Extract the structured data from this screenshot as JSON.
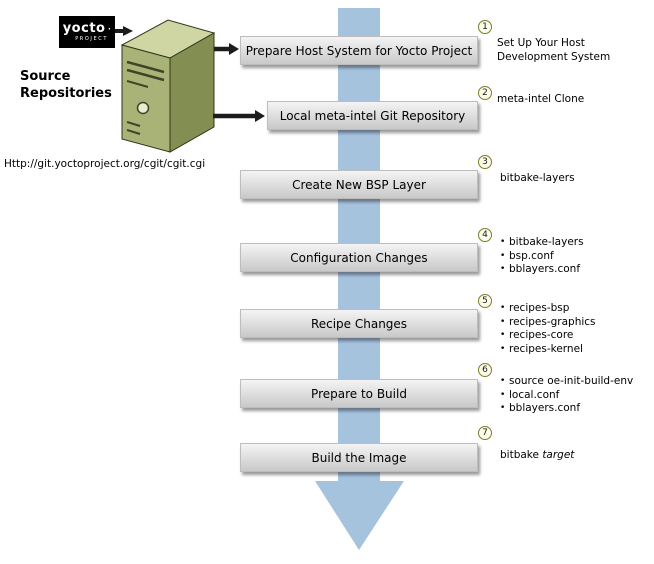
{
  "colors": {
    "arrow": "#a6c3de",
    "box_top": "#f4f4f4",
    "box_bottom": "#c9c9c9",
    "pc_top": "#cfd6a4",
    "pc_front": "#a9b377",
    "pc_side": "#838e52",
    "pc_detail": "#3e4526",
    "pc_outline": "#2f3418",
    "badge_border": "#7c7c2e",
    "badge_bg": "#fcfce9",
    "connector": "#1c1c1c",
    "logo_bg": "#000000",
    "logo_text": "#ffffff"
  },
  "logo": {
    "brand": "yocto",
    "dot": "·",
    "sub": "PROJECT"
  },
  "source_repositories": {
    "line1": "Source",
    "line2": "Repositories",
    "url": "Http://git.yoctoproject.org/cgit/cgit.cgi"
  },
  "steps": [
    {
      "num": "1",
      "label": "Prepare Host System for Yocto Project",
      "notes": [
        "Set Up Your Host",
        "Development System"
      ]
    },
    {
      "num": "2",
      "label": "Local meta-intel Git Repository",
      "notes": [
        "meta-intel Clone"
      ]
    },
    {
      "num": "3",
      "label": "Create New BSP Layer",
      "notes": [
        "bitbake-layers"
      ]
    },
    {
      "num": "4",
      "label": "Configuration Changes",
      "notes": [
        "bitbake-layers",
        "bsp.conf",
        "bblayers.conf"
      ]
    },
    {
      "num": "5",
      "label": "Recipe Changes",
      "notes": [
        "recipes-bsp",
        "recipes-graphics",
        "recipes-core",
        "recipes-kernel"
      ]
    },
    {
      "num": "6",
      "label": "Prepare to Build",
      "notes": [
        "source oe-init-build-env",
        "local.conf",
        "bblayers.conf"
      ]
    },
    {
      "num": "7",
      "label": "Build the Image",
      "note_prefix": "bitbake",
      "note_italic": "target"
    }
  ]
}
